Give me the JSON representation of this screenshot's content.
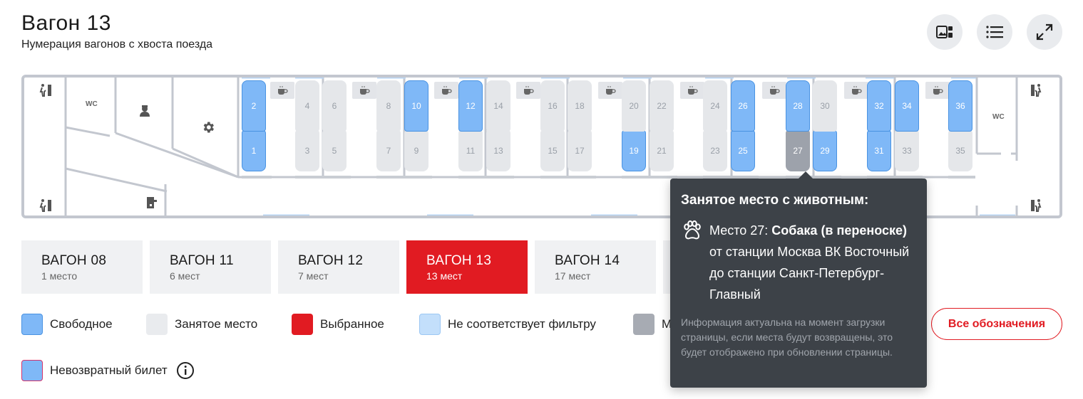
{
  "header": {
    "title": "Вагон 13",
    "subtitle": "Нумерация вагонов с хвоста поезда"
  },
  "toolbar": {
    "buttons": [
      {
        "icon": "gallery-icon"
      },
      {
        "icon": "list-icon"
      },
      {
        "icon": "expand-icon"
      }
    ]
  },
  "car_map": {
    "wc_label": "WC",
    "seats_top": [
      "2",
      "4",
      "6",
      "8",
      "10",
      "12",
      "14",
      "16",
      "18",
      "20",
      "22",
      "24",
      "26",
      "28",
      "30",
      "32",
      "34",
      "36"
    ],
    "seats_bottom": [
      "1",
      "3",
      "5",
      "7",
      "9",
      "11",
      "13",
      "15",
      "17",
      "19",
      "21",
      "23",
      "25",
      "27",
      "29",
      "31",
      "33",
      "35"
    ],
    "top_status": [
      "free",
      "taken",
      "taken",
      "taken",
      "free",
      "free",
      "taken",
      "taken",
      "taken",
      "taken",
      "taken",
      "taken",
      "free",
      "free",
      "taken",
      "free",
      "free",
      "free"
    ],
    "bottom_status": [
      "free",
      "taken",
      "taken",
      "taken",
      "taken",
      "taken",
      "taken",
      "taken",
      "taken",
      "free",
      "taken",
      "taken",
      "free",
      "animal",
      "free",
      "free",
      "taken",
      "taken"
    ]
  },
  "cars": [
    {
      "name": "ВАГОН 08",
      "seats": "1 место",
      "active": false
    },
    {
      "name": "ВАГОН 11",
      "seats": "6 мест",
      "active": false
    },
    {
      "name": "ВАГОН 12",
      "seats": "7 мест",
      "active": false
    },
    {
      "name": "ВАГОН 13",
      "seats": "13 мест",
      "active": true
    },
    {
      "name": "ВАГОН 14",
      "seats": "17 мест",
      "active": false
    }
  ],
  "legend": {
    "free": "Свободное",
    "taken": "Занятое место",
    "selected": "Выбранное",
    "no_filter": "Не соответствует фильтру",
    "animal_partial": "М",
    "non_refundable": "Невозвратный билет",
    "all_button": "Все обозначения"
  },
  "colors": {
    "free": "#7fb8f7",
    "taken": "#e5e7ea",
    "selected": "#e11b22",
    "no_filter": "#c3dffb",
    "animal": "#9da2ab",
    "accent": "#e11b22"
  },
  "tooltip": {
    "title": "Занятое место с животным:",
    "seat_prefix": "Место 27: ",
    "animal": "Собака (в переноске)",
    "route": "от станции Москва ВК Восточный до станции Санкт-Петербург-Главный",
    "note": "Информация актуальна на момент загрузки страницы, если места будут возвращены, это будет отображено при обновлении страницы."
  }
}
